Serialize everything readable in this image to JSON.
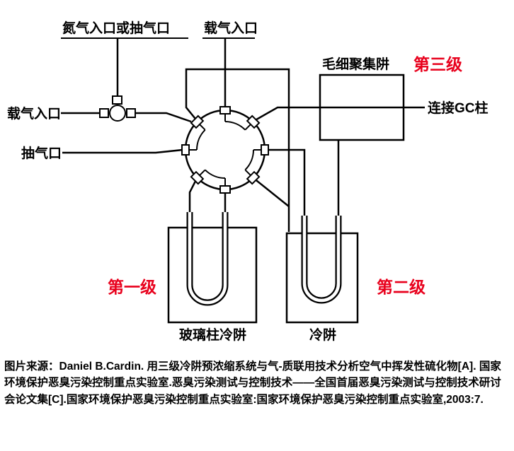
{
  "labels": {
    "nitrogen_inlet": "氮气入口或抽气口",
    "carrier_inlet_top": "载气入口",
    "carrier_inlet_left": "载气入口",
    "pump_port": "抽气口",
    "capillary_trap": "毛细聚集阱",
    "stage3": "第三级",
    "gc_column": "连接GC柱",
    "stage1": "第一级",
    "stage2": "第二级",
    "glass_column_trap": "玻璃柱冷阱",
    "cold_trap": "冷阱"
  },
  "colors": {
    "stage_red": "#e8001c",
    "line_black": "#000000"
  },
  "caption": "图片来源：Daniel B.Cardin. 用三级冷阱预浓缩系统与气-质联用技术分析空气中挥发性硫化物[A]. 国家环境保护恶臭污染控制重点实验室.恶臭污染测试与控制技术——全国首届恶臭污染测试与控制技术研讨会论文集[C].国家环境保护恶臭污染控制重点实验室:国家环境保护恶臭污染控制重点实验室,2003:7."
}
